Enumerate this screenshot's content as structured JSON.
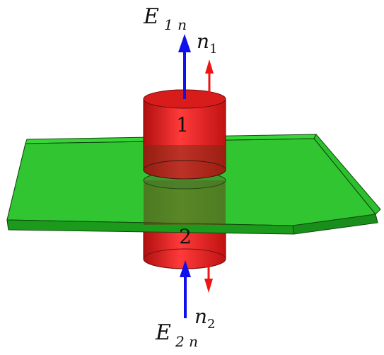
{
  "labels": {
    "e1_main": "E",
    "e1_sub": "1 n",
    "n1_main": "n",
    "n1_sub": "1",
    "region1": "1",
    "region2": "2",
    "e2_main": "E",
    "e2_sub": "2 n",
    "n2_main": "n",
    "n2_sub": "2"
  },
  "colors": {
    "field_arrow": "#1010ee",
    "normal_arrow": "#ee1414",
    "cylinder": "#d41a1a",
    "slab": "#23c323",
    "background": "#ffffff"
  }
}
